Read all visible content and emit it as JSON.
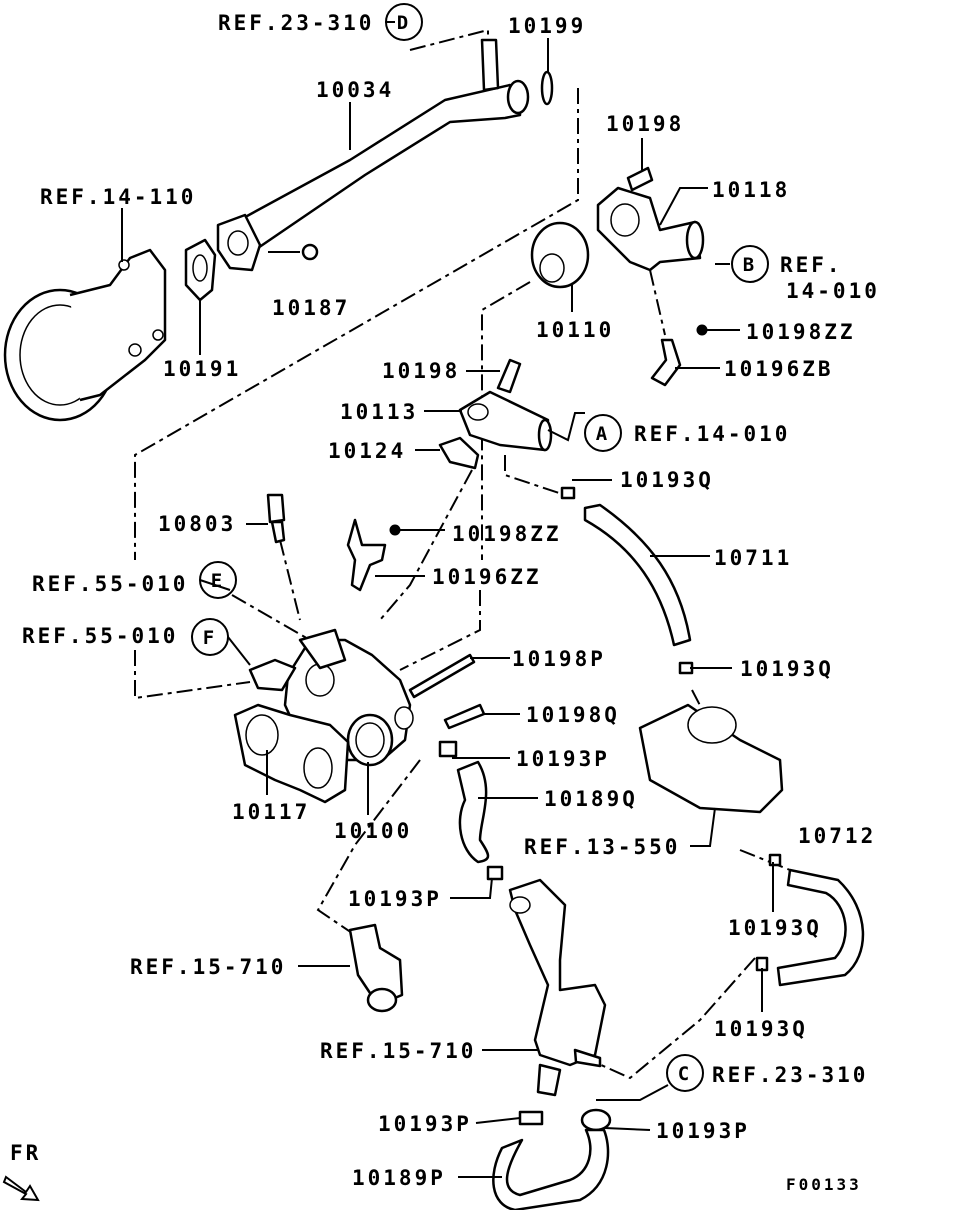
{
  "labels": {
    "l10034": "10034",
    "l10199": "10199",
    "l10198_top": "10198",
    "l10118": "10118",
    "l10187": "10187",
    "l10191": "10191",
    "l10110": "10110",
    "l10198zz_1": "10198ZZ",
    "l10196zb": "10196ZB",
    "l10198_mid": "10198",
    "l10113": "10113",
    "l10124": "10124",
    "l10193q_1": "10193Q",
    "l10803": "10803",
    "l10198zz_2": "10198ZZ",
    "l10711": "10711",
    "l10196zz": "10196ZZ",
    "l10198p": "10198P",
    "l10193q_2": "10193Q",
    "l10198q": "10198Q",
    "l10193p_1": "10193P",
    "l10189q": "10189Q",
    "l10117": "10117",
    "l10100": "10100",
    "l10712": "10712",
    "l10193p_2": "10193P",
    "l10193q_3": "10193Q",
    "l10193q_4": "10193Q",
    "l10193p_3": "10193P",
    "l10193p_4": "10193P",
    "l10189p": "10189P"
  },
  "refs": {
    "ref23_310_top": "REF.23-310",
    "ref14_110": "REF.14-110",
    "ref14_010_b1": "REF.",
    "ref14_010_b2": "14-010",
    "ref14_010_a": "REF.14-010",
    "ref55_010_e": "REF.55-010",
    "ref55_010_f": "REF.55-010",
    "ref13_550": "REF.13-550",
    "ref15_710_1": "REF.15-710",
    "ref15_710_2": "REF.15-710",
    "ref23_310_c": "REF.23-310"
  },
  "callouts": {
    "A": "A",
    "B": "B",
    "C": "C",
    "D": "D",
    "E": "E",
    "F": "F"
  },
  "orientation": "FR",
  "figure_code": "F00133"
}
